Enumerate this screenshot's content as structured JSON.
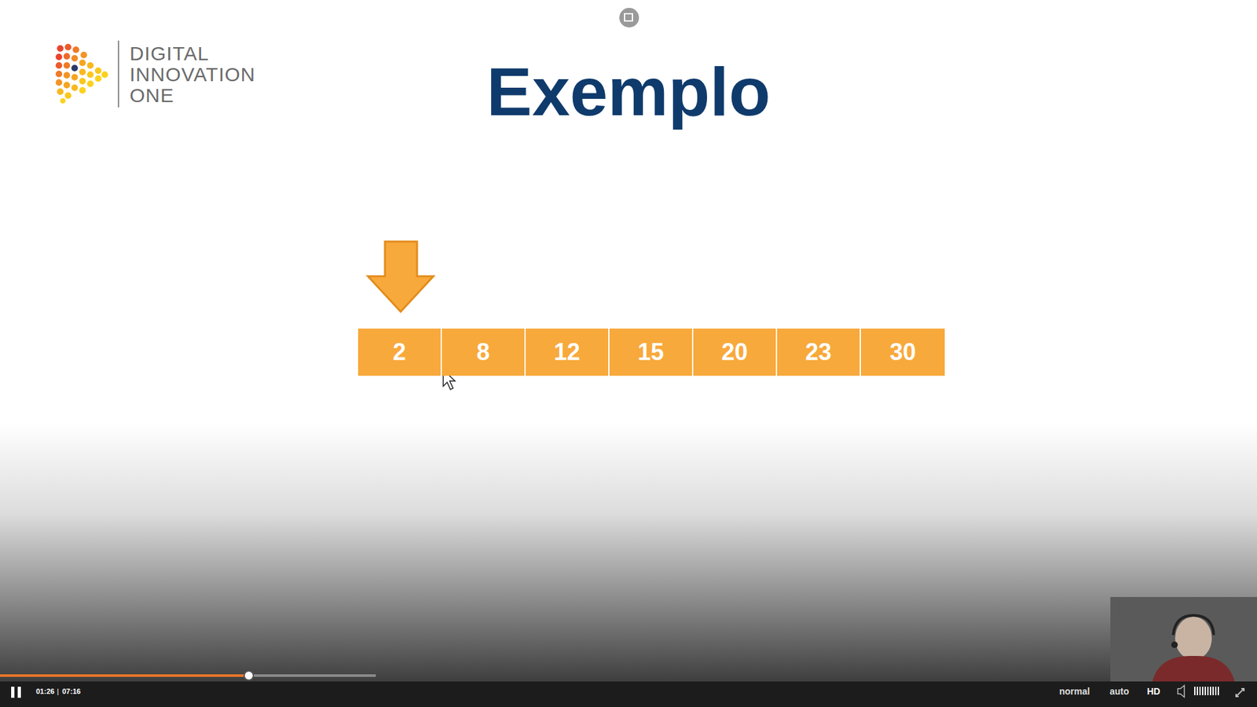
{
  "diagram": {
    "title": "Exemplo",
    "nodes": [
      {
        "text": [
          "2"
        ]
      },
      {
        "text": [
          "8"
        ]
      },
      {
        "text": [
          "12"
        ]
      },
      {
        "text": [
          "15"
        ]
      },
      {
        "text": [
          "20"
        ]
      },
      {
        "text": [
          "23"
        ]
      },
      {
        "text": [
          "30"
        ]
      }
    ],
    "labels": [
      "DIGITAL INNOVATION ONE",
      "01:26",
      "|",
      "07:16",
      "normal",
      "auto",
      "HD"
    ]
  }
}
